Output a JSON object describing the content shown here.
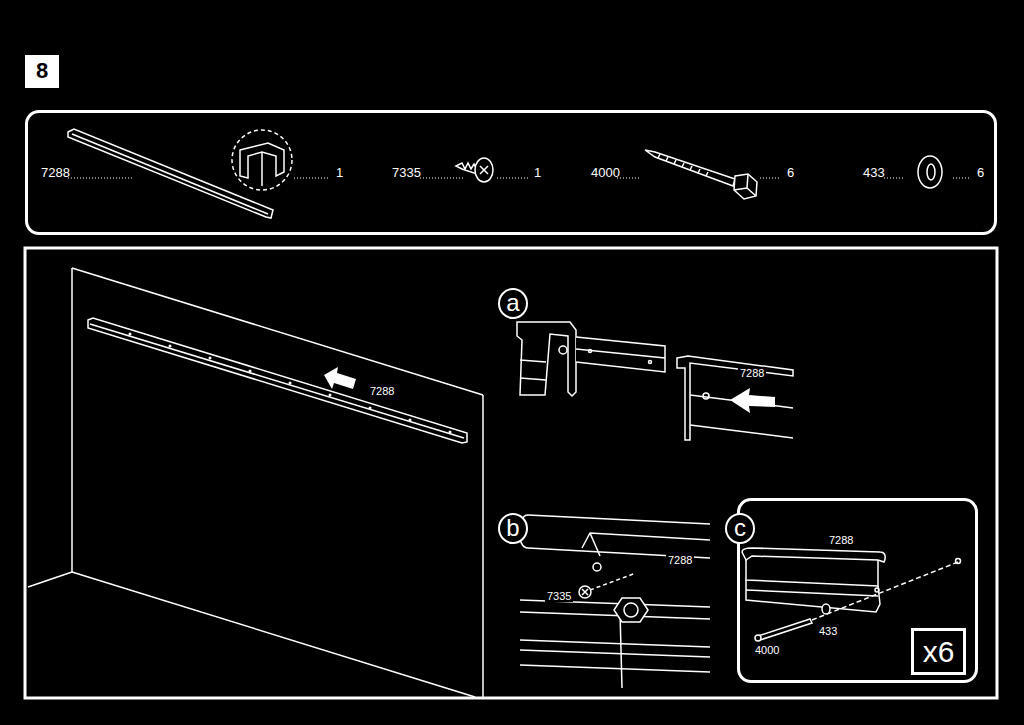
{
  "diagram": {
    "nodes": [
      {
        "text": [
          "8"
        ]
      },
      {
        "text": [
          "7288",
          "1",
          "7335",
          "1",
          "4000",
          "6",
          "433",
          "6"
        ]
      },
      {
        "text": [
          "a"
        ]
      },
      {
        "text": [
          "b"
        ]
      },
      {
        "text": [
          "c"
        ]
      },
      {
        "text": [
          "7288",
          "433",
          "4000"
        ]
      },
      {
        "text": [
          "x6"
        ],
        "in": 5
      }
    ],
    "labels": [
      "7288",
      "7288",
      "7288",
      "7335"
    ]
  }
}
